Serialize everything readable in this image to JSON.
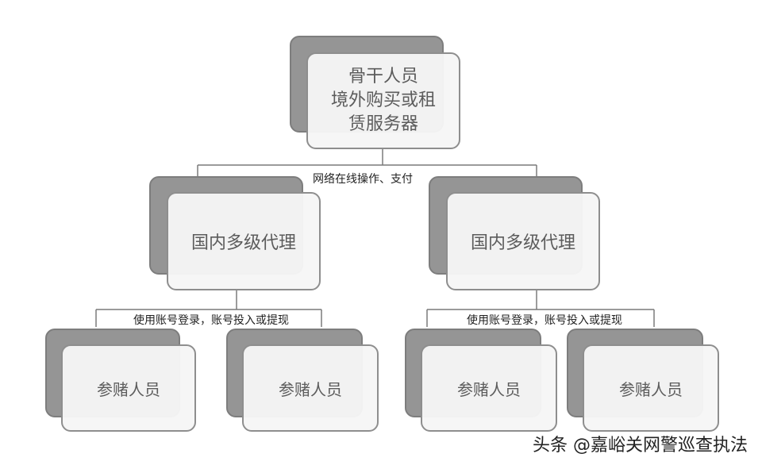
{
  "root": {
    "lines": [
      "骨干人员",
      "境外购买或租",
      "赁服务器"
    ]
  },
  "edge_label_top": "网络在线操作、支付",
  "agents": [
    {
      "label": "国内多级代理"
    },
    {
      "label": "国内多级代理"
    }
  ],
  "edge_label_left": "使用账号登录，账号投入或提现",
  "edge_label_right": "使用账号登录，账号投入或提现",
  "gamblers": [
    {
      "label": "参赌人员"
    },
    {
      "label": "参赌人员"
    },
    {
      "label": "参赌人员"
    },
    {
      "label": "参赌人员"
    }
  ],
  "watermark": "头条 @嘉峪关网警巡查执法"
}
